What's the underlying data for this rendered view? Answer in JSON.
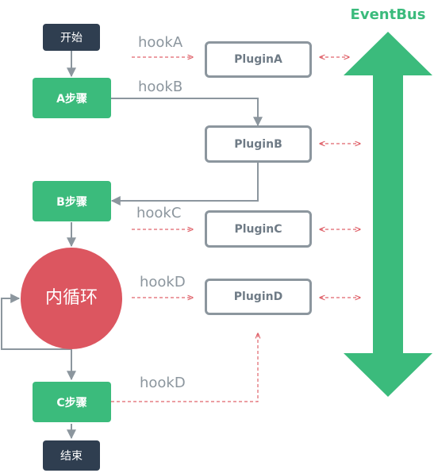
{
  "eventbus": {
    "label": "EventBus"
  },
  "nodes": {
    "start": "开始",
    "step_a": "A步骤",
    "step_b": "B步骤",
    "loop": "内循环",
    "step_c": "C步骤",
    "end": "结束"
  },
  "plugins": [
    "PluginA",
    "PluginB",
    "PluginC",
    "PluginD"
  ],
  "hooks": [
    "hookA",
    "hookB",
    "hookC",
    "hookD",
    "hookD"
  ],
  "colors": {
    "green": "#3bbb7c",
    "dark": "#2f3e50",
    "red": "#dc5660",
    "gray": "#8c969e",
    "dashed": "#e0646c"
  }
}
